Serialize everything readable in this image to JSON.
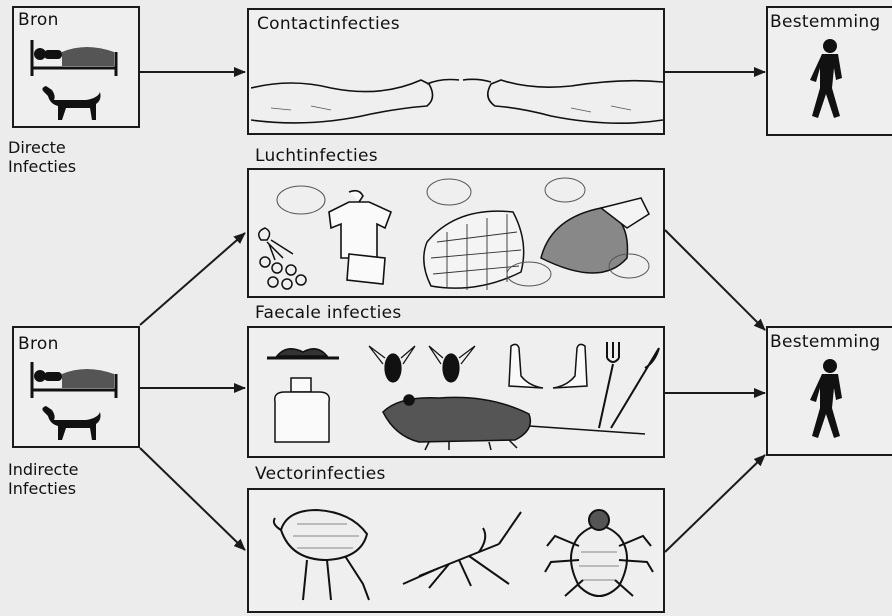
{
  "direct_source": {
    "label": "Bron",
    "caption": "Directe\nInfecties",
    "icons": [
      "bed-patient-icon",
      "dog-icon"
    ]
  },
  "indirect_source": {
    "label": "Bron",
    "caption": "Indirecte\nInfecties",
    "icons": [
      "bed-patient-icon",
      "dog-icon"
    ]
  },
  "destination_top": {
    "label": "Bestemming",
    "icon": "walking-person-icon"
  },
  "destination_bottom": {
    "label": "Bestemming",
    "icon": "walking-person-icon"
  },
  "routes": [
    {
      "id": "contact",
      "label": "Contactinfecties",
      "icons": [
        "touching-hands-icon"
      ]
    },
    {
      "id": "air",
      "label": "Luchtinfecties",
      "icons": [
        "sneeze-droplets-icon",
        "clothes-icon",
        "blanket-icon",
        "pillow-icon"
      ]
    },
    {
      "id": "faecal",
      "label": "Faecale infecties",
      "icons": [
        "food-plate-icon",
        "flies-icon",
        "hands-icon",
        "rat-icon",
        "cutlery-icon"
      ]
    },
    {
      "id": "vector",
      "label": "Vectorinfecties",
      "icons": [
        "flea-icon",
        "mosquito-icon",
        "louse-icon"
      ]
    }
  ],
  "colors": {
    "line": "#1a1a1a",
    "background": "#ececec"
  }
}
